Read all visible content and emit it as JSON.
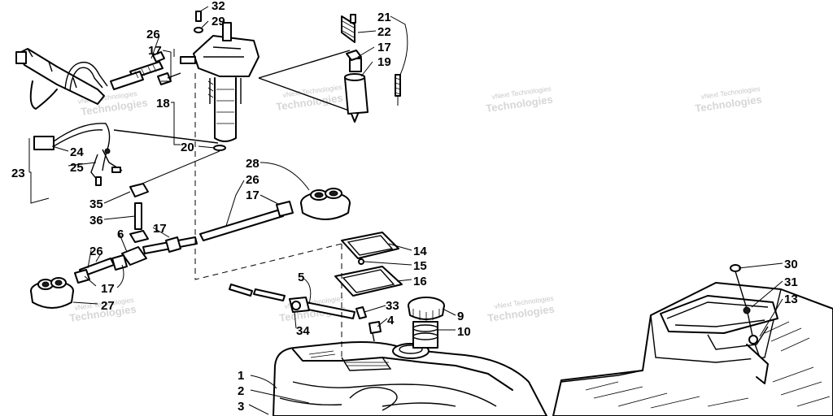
{
  "callouts": [
    {
      "text": "32"
    },
    {
      "text": "29"
    },
    {
      "text": "26"
    },
    {
      "text": "17"
    },
    {
      "text": "18"
    },
    {
      "text": "20"
    },
    {
      "text": "21"
    },
    {
      "text": "22"
    },
    {
      "text": "17"
    },
    {
      "text": "19"
    },
    {
      "text": "24"
    },
    {
      "text": "25"
    },
    {
      "text": "23"
    },
    {
      "text": "28"
    },
    {
      "text": "26"
    },
    {
      "text": "17"
    },
    {
      "text": "35"
    },
    {
      "text": "36"
    },
    {
      "text": "17"
    },
    {
      "text": "6"
    },
    {
      "text": "26"
    },
    {
      "text": "17"
    },
    {
      "text": "27"
    },
    {
      "text": "14"
    },
    {
      "text": "15"
    },
    {
      "text": "16"
    },
    {
      "text": "5"
    },
    {
      "text": "34"
    },
    {
      "text": "33"
    },
    {
      "text": "4"
    },
    {
      "text": "9"
    },
    {
      "text": "10"
    },
    {
      "text": "1"
    },
    {
      "text": "2"
    },
    {
      "text": "3"
    },
    {
      "text": "30"
    },
    {
      "text": "31"
    },
    {
      "text": "13"
    }
  ],
  "watermark": {
    "line1": "vNext Technologies",
    "line2": "Technologies"
  }
}
